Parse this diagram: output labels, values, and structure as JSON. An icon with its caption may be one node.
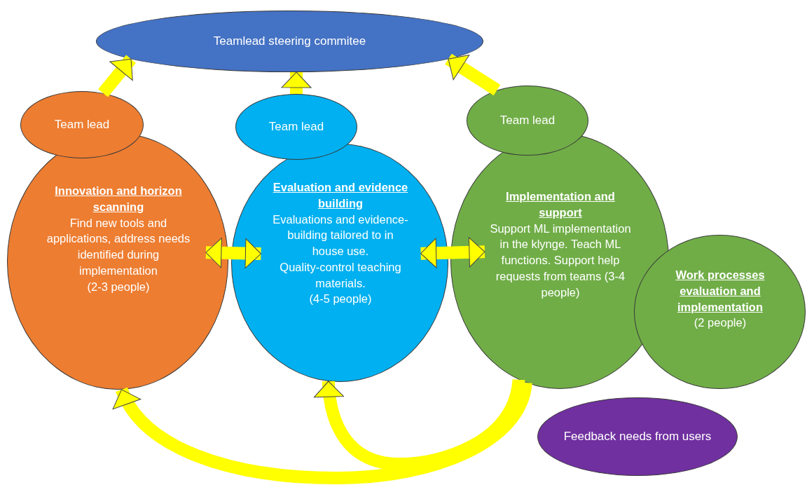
{
  "diagram": {
    "nodes": [
      {
        "text": [
          "Teamlead steering commitee"
        ]
      },
      {
        "text": [
          "Team lead"
        ]
      },
      {
        "text": [
          "Innovation and horizon scanning",
          "Find new tools and applications, address needs identified during implementation",
          "(2-3 people)"
        ]
      },
      {
        "text": [
          "Team lead"
        ]
      },
      {
        "text": [
          "Evaluation and evidence building",
          "Evaluations and evidence-building tailored to in house use.",
          "Quality-control teaching materials.",
          "(4-5 people)"
        ]
      },
      {
        "text": [
          "Team lead"
        ]
      },
      {
        "text": [
          "Implementation and support",
          "Support ML implementation in the klynge. Teach ML functions. Support help requests from teams (3-4 people)"
        ]
      },
      {
        "text": [
          "Work processes evaluation and implementation",
          "(2 people)"
        ]
      },
      {
        "text": [
          "Feedback needs from users"
        ]
      }
    ],
    "edges": [
      {
        "from": 1,
        "to": 0,
        "arrow": "to"
      },
      {
        "from": 3,
        "to": 0,
        "arrow": "to"
      },
      {
        "from": 5,
        "to": 0,
        "arrow": "to"
      },
      {
        "from": 2,
        "to": 4,
        "arrow": "both"
      },
      {
        "from": 4,
        "to": 6,
        "arrow": "both"
      },
      {
        "from": 6,
        "to": 2,
        "arrow": "to"
      },
      {
        "from": 6,
        "to": 4,
        "arrow": "to"
      }
    ]
  }
}
